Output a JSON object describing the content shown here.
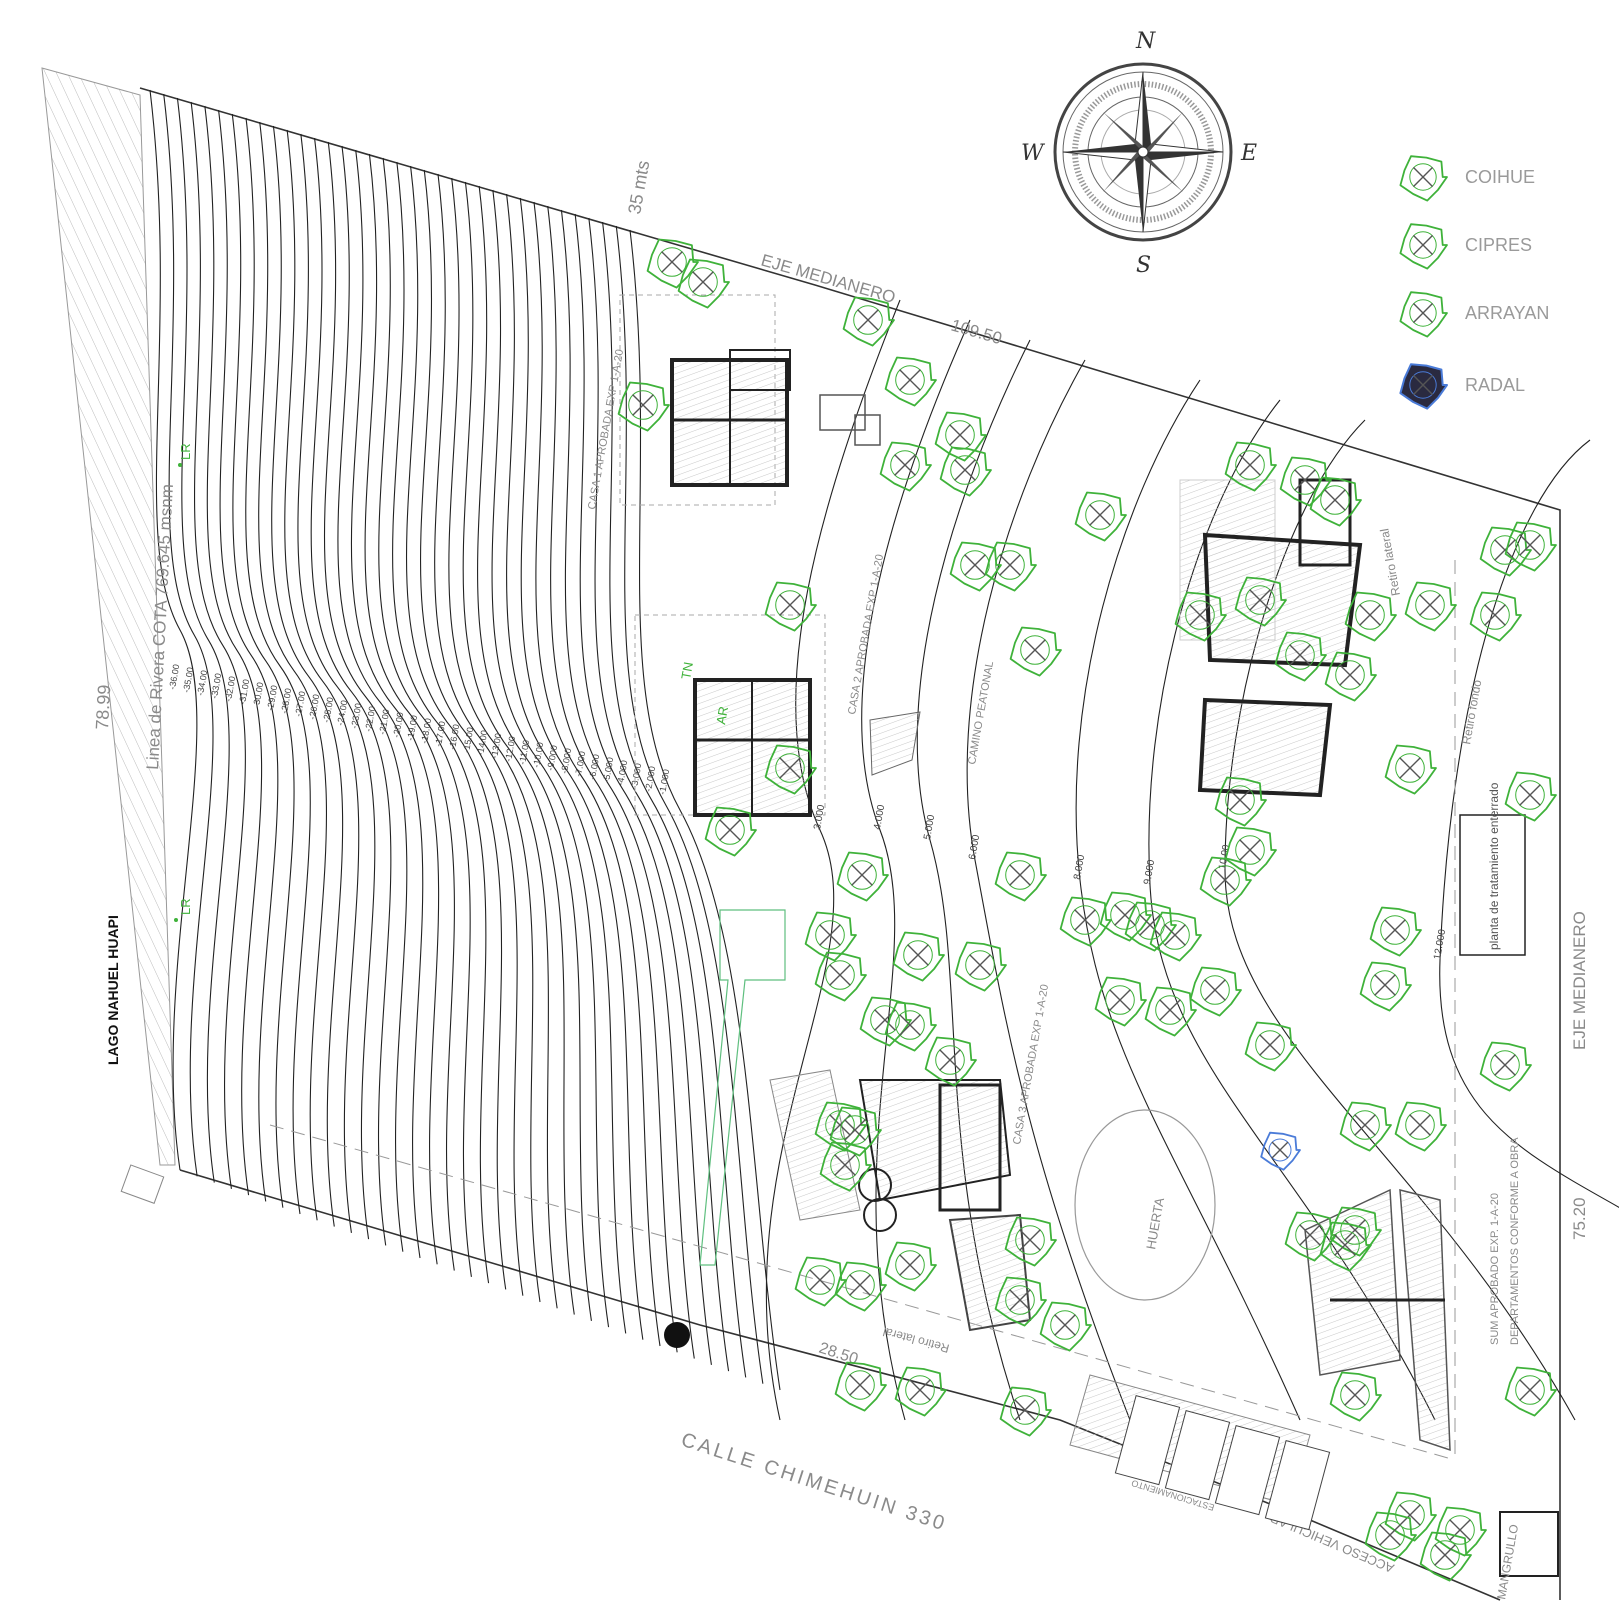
{
  "compass": {
    "n": "N",
    "e": "E",
    "s": "S",
    "w": "W"
  },
  "legend": [
    {
      "label": "COIHUE",
      "color": "#3fb23a"
    },
    {
      "label": "CIPRES",
      "color": "#3fb23a"
    },
    {
      "label": "ARRAYAN",
      "color": "#3fb23a"
    },
    {
      "label": "RADAL",
      "color": "#4a7bd8"
    }
  ],
  "labels": {
    "lake": "LAGO NAHUEL HUAPI",
    "shoreline": "Linea de Rivera COTA 769.645 msnm",
    "west_length": "78.99",
    "top_length": "35 mts",
    "north_axis": "EJE MEDIANERO",
    "north_length": "109.50",
    "east_axis": "EJE MEDIANERO",
    "east_length": "75.20",
    "street": "CALLE CHIMEHUIN 330",
    "street_length": "28.50",
    "vehicle_access": "ACCESO VEHICULAR",
    "parking": "ESTACIONAMIENTO",
    "garden": "HUERTA",
    "footpath": "CAMINO PEATONAL",
    "house1": "CASA 1 APROBADA EXP 1-A-20",
    "house2": "CASA 2 APROBADA EXP 1-A-20",
    "house3": "CASA 3 APROBADA EXP 1-A-20",
    "sum": "SUM APROBADO EXP. 1-A-20",
    "departments": "DEPARTAMENTOS CONFORME A OBRA",
    "treatment": "planta de tratamiento enterrado",
    "rear_setback": "Retiro fondo",
    "lateral_setback_1": "Retiro lateral",
    "lateral_setback_2": "Retiro lateral",
    "lr_1": "LR",
    "lr_2": "LR",
    "tn": "TN",
    "ar": "AR",
    "corner": "MANGRULLO"
  },
  "contours": {
    "underwater": [
      "-36.00",
      "-35.00",
      "-34.00",
      "-33.00",
      "-32.00",
      "-31.00",
      "-30.00",
      "-29.00",
      "-28.00",
      "-27.00",
      "-26.00",
      "-25.00",
      "-24.00",
      "-23.00",
      "-22.00",
      "-21.00",
      "-20.00",
      "-19.00",
      "-18.00",
      "-17.00",
      "-16.00",
      "-15.00",
      "-14.00",
      "-13.00",
      "-12.00",
      "-11.00",
      "-10.00",
      "-9.000",
      "-8.000",
      "-7.000",
      "-6.000",
      "-5.000",
      "-4.000",
      "-3.000",
      "-2.000",
      "-1.000"
    ],
    "land": [
      "3.000",
      "4.000",
      "5.000",
      "6.000",
      "8.000",
      "9.000",
      "10.00",
      "12.000"
    ]
  },
  "trees": {
    "coihue_color": "#3fb23a",
    "radal_color": "#4a7bd8"
  }
}
